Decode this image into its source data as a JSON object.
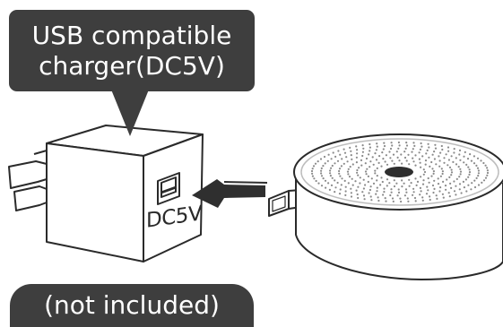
{
  "callout": {
    "line1": "USB compatible",
    "line2": "charger(DC5V)"
  },
  "port_label": "DC5V",
  "note": "(not included)",
  "colors": {
    "callout_bg": "#3e3e3e",
    "line": "#2a2a2a",
    "arrow": "#333333",
    "background": "#ffffff"
  },
  "icons": [
    "wall-charger-icon",
    "usb-port-icon",
    "insert-arrow-icon",
    "usb-plug-icon",
    "speaker-icon"
  ]
}
